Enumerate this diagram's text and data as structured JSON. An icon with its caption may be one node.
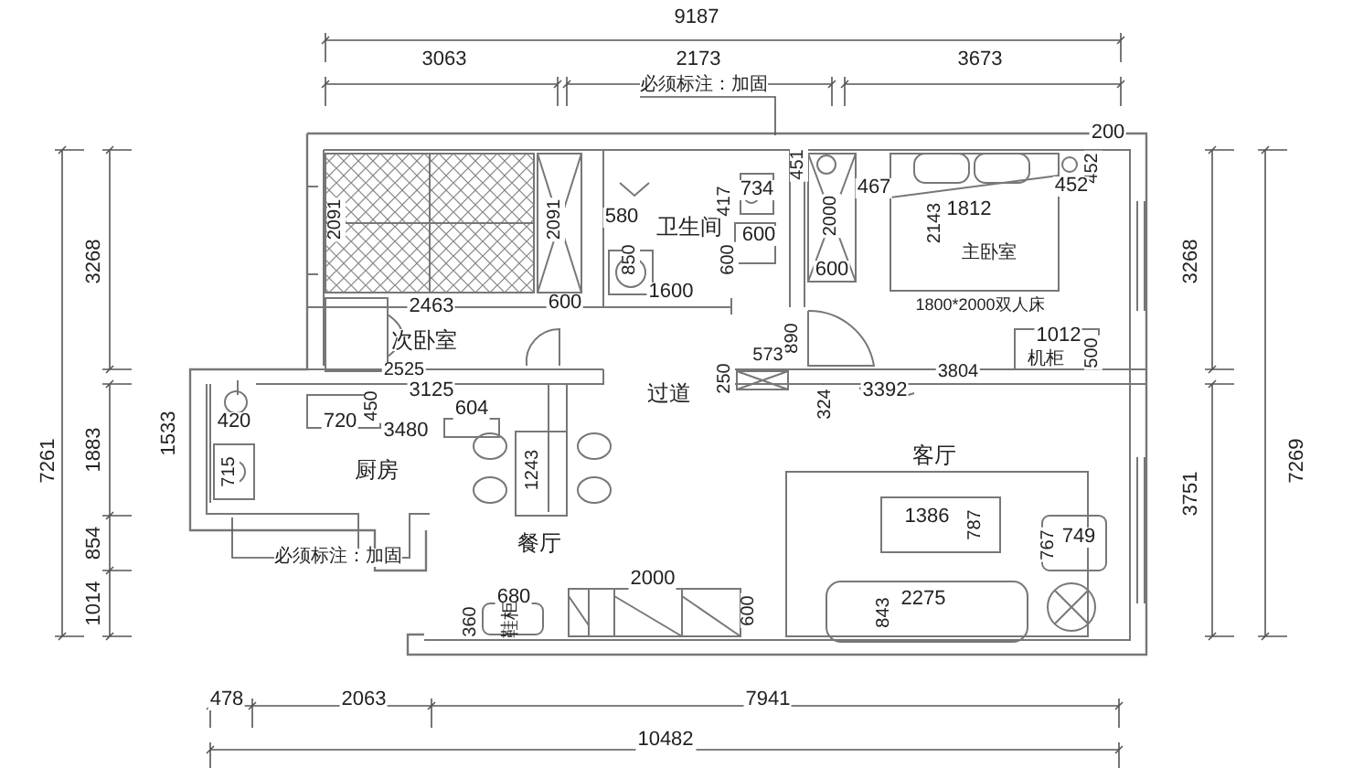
{
  "diagram": {
    "nodes": [
      {
        "text": [
          "必须标注：加固"
        ]
      },
      {
        "text": [
          "必须标注：加固"
        ]
      }
    ],
    "edges": [
      {
        "from": 0,
        "to": null,
        "arrow": "none"
      },
      {
        "from": 1,
        "to": null,
        "arrow": "none"
      }
    ],
    "labels": [
      "9187",
      "3063",
      "2173",
      "3673",
      "200",
      "2091",
      "2091",
      "580",
      "卫生间",
      "417",
      "734",
      "451",
      "452",
      "467",
      "452",
      "1812",
      "2143",
      "600",
      "2000",
      "主卧室",
      "850",
      "600",
      "600",
      "1600",
      "1800*2000双人床",
      "3268",
      "3268",
      "2463",
      "600",
      "次卧室",
      "890",
      "1012",
      "机柜",
      "500",
      "573",
      "2525",
      "250",
      "3804",
      "3125",
      "过道",
      "604",
      "324",
      "3392",
      "7261",
      "1883",
      "1533",
      "420",
      "720",
      "450",
      "3480",
      "客厅",
      "7269",
      "715",
      "厨房",
      "1243",
      "3751",
      "854",
      "餐厅",
      "1386",
      "787",
      "749",
      "767",
      "2000",
      "680",
      "2275",
      "843",
      "1014",
      "360",
      "鞋柜",
      "600",
      "478",
      "2063",
      "7941",
      "10482"
    ]
  }
}
